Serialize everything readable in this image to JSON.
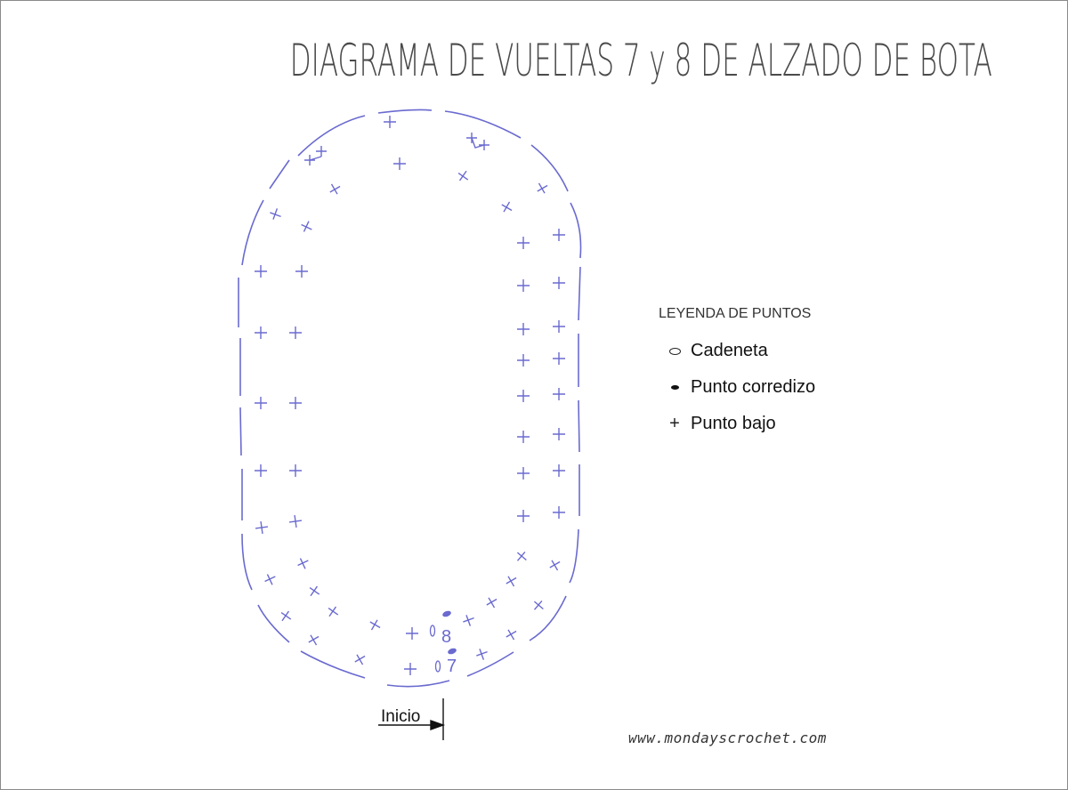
{
  "title": "DIAGRAMA DE VUELTAS 7 y 8 DE ALZADO DE BOTA",
  "legend": {
    "title": "LEYENDA DE PUNTOS",
    "items": [
      {
        "symbol": "chain-oval-icon",
        "label": "Cadeneta"
      },
      {
        "symbol": "slip-stitch-dot-icon",
        "label": "Punto corredizo"
      },
      {
        "symbol": "single-crochet-plus-icon",
        "label": "Punto bajo"
      }
    ]
  },
  "diagram": {
    "stroke_color": "#6a6ad0",
    "round_labels": [
      "8",
      "7"
    ],
    "start_label": "Inicio"
  },
  "website": "www.mondayscrochet.com"
}
